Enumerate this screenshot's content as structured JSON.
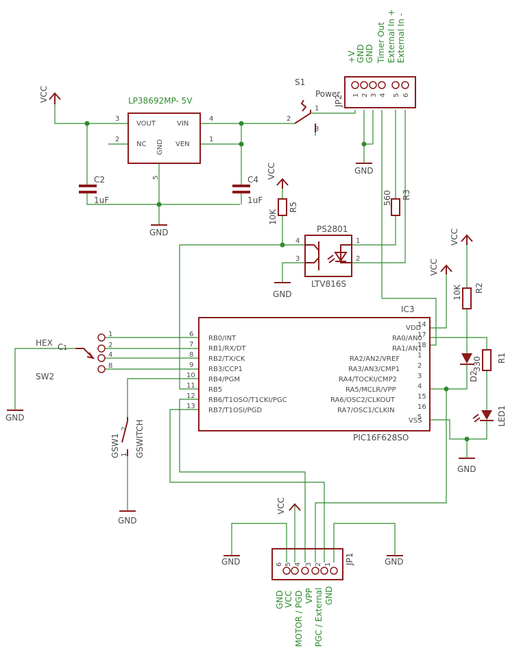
{
  "regulator": {
    "name": "LP38692MP- 5V",
    "vout": "VOUT",
    "vin": "VIN",
    "nc": "NC",
    "ven": "VEN",
    "gnd": "GND",
    "p1": "1",
    "p2": "2",
    "p3": "3",
    "p4": "4",
    "p5": "5"
  },
  "supply": {
    "vcc": "VCC",
    "gnd": "GND"
  },
  "caps": {
    "c2": "C2",
    "c2v": "1uF",
    "c4": "C4",
    "c4v": "1uF"
  },
  "power_switch": {
    "name": "S1",
    "value": "Power",
    "p1": "1",
    "p2": "2",
    "p3": "3"
  },
  "jp2": {
    "name": "JP2",
    "pins": [
      "1",
      "2",
      "3",
      "4",
      "5",
      "6"
    ],
    "labels": [
      "+V",
      "GND",
      "GND",
      "Timer Out",
      "External In +",
      "External In -"
    ]
  },
  "resistors": {
    "r3": "R3",
    "r3v": "560",
    "r5": "R5",
    "r5v": "10K",
    "r2": "R2",
    "r2v": "10K",
    "r1": "R1",
    "r1v": "330"
  },
  "opto": {
    "name": "PS2801",
    "value": "LTV816S",
    "p1": "1",
    "p2": "2",
    "p3": "3",
    "p4": "4"
  },
  "mcu": {
    "name": "IC3",
    "value": "PIC16F628SO",
    "left": [
      "RB0/INT",
      "RB1/RX/DT",
      "RB2/TX/CK",
      "RB3/CCP1",
      "RB4/PGM",
      "RB5",
      "RB6/T1OSO/T1CKI/PGC",
      "RB7/T1OSI/PGD"
    ],
    "left_pins": [
      "6",
      "7",
      "8",
      "9",
      "10",
      "11",
      "12",
      "13"
    ],
    "right": [
      "VDD",
      "RA0/AN0",
      "RA1/AN1",
      "RA2/AN2/VREF",
      "RA3/AN3/CMP1",
      "RA4/TOCKI/CMP2",
      "RA5/MCLR/VPP",
      "RA6/OSC2/CLKOUT",
      "RA7/OSC1/CLKIN",
      "VSS"
    ],
    "right_pins": [
      "14",
      "17",
      "18",
      "1",
      "2",
      "3",
      "4",
      "15",
      "16",
      "5"
    ]
  },
  "hex_switch": {
    "name": "SW2",
    "label": "HEX",
    "c": "C",
    "c1": "1",
    "pins": [
      "1",
      "2",
      "4",
      "8"
    ]
  },
  "gswitch": {
    "name": "GSW1",
    "value": "GSWITCH",
    "p1": "1",
    "p2": "2"
  },
  "leds": {
    "d2": "D2",
    "led1": "LED1"
  },
  "jp1": {
    "name": "JP1",
    "pins": [
      "6",
      "5",
      "4",
      "3",
      "2",
      "1"
    ],
    "labels": [
      "GND",
      "VCC",
      "MOTOR / PGD",
      "VPP",
      "PGC / External",
      "GND"
    ]
  }
}
